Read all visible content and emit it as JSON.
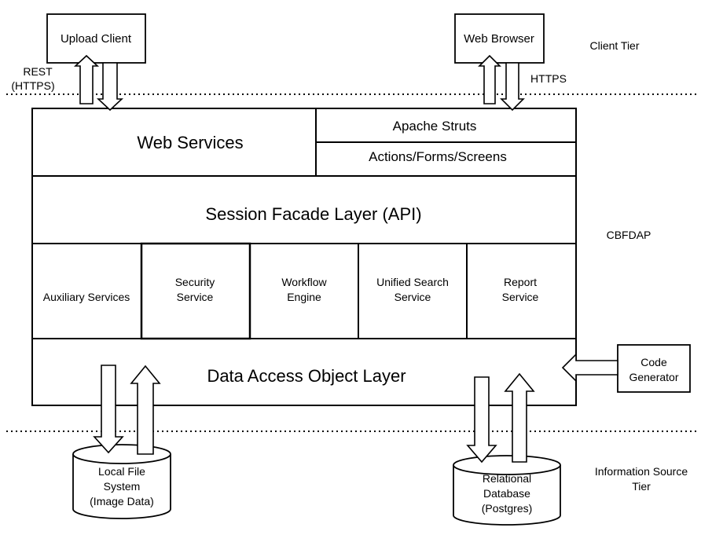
{
  "client": {
    "upload_client": "Upload Client",
    "web_browser": "Web Browser",
    "rest_line1": "REST",
    "rest_line2": "(HTTPS)",
    "https": "HTTPS"
  },
  "tiers": {
    "client": "Client Tier",
    "app": "CBFDAP",
    "info_line1": "Information Source",
    "info_line2": "Tier"
  },
  "presentation": {
    "web_services": "Web Services",
    "apache_struts": "Apache Struts",
    "actions": "Actions/Forms/Screens"
  },
  "facade": "Session Facade Layer (API)",
  "services": {
    "auxiliary": "Auxiliary Services",
    "security_1": "Security",
    "security_2": "Service",
    "workflow_1": "Workflow",
    "workflow_2": "Engine",
    "search_1": "Unified Search",
    "search_2": "Service",
    "report_1": "Report",
    "report_2": "Service"
  },
  "dao": "Data Access Object Layer",
  "code_generator": {
    "line1": "Code",
    "line2": "Generator"
  },
  "stores": {
    "local_1": "Local File",
    "local_2": "System",
    "local_3": "(Image Data)",
    "db_1": "Relational",
    "db_2": "Database",
    "db_3": "(Postgres)"
  }
}
